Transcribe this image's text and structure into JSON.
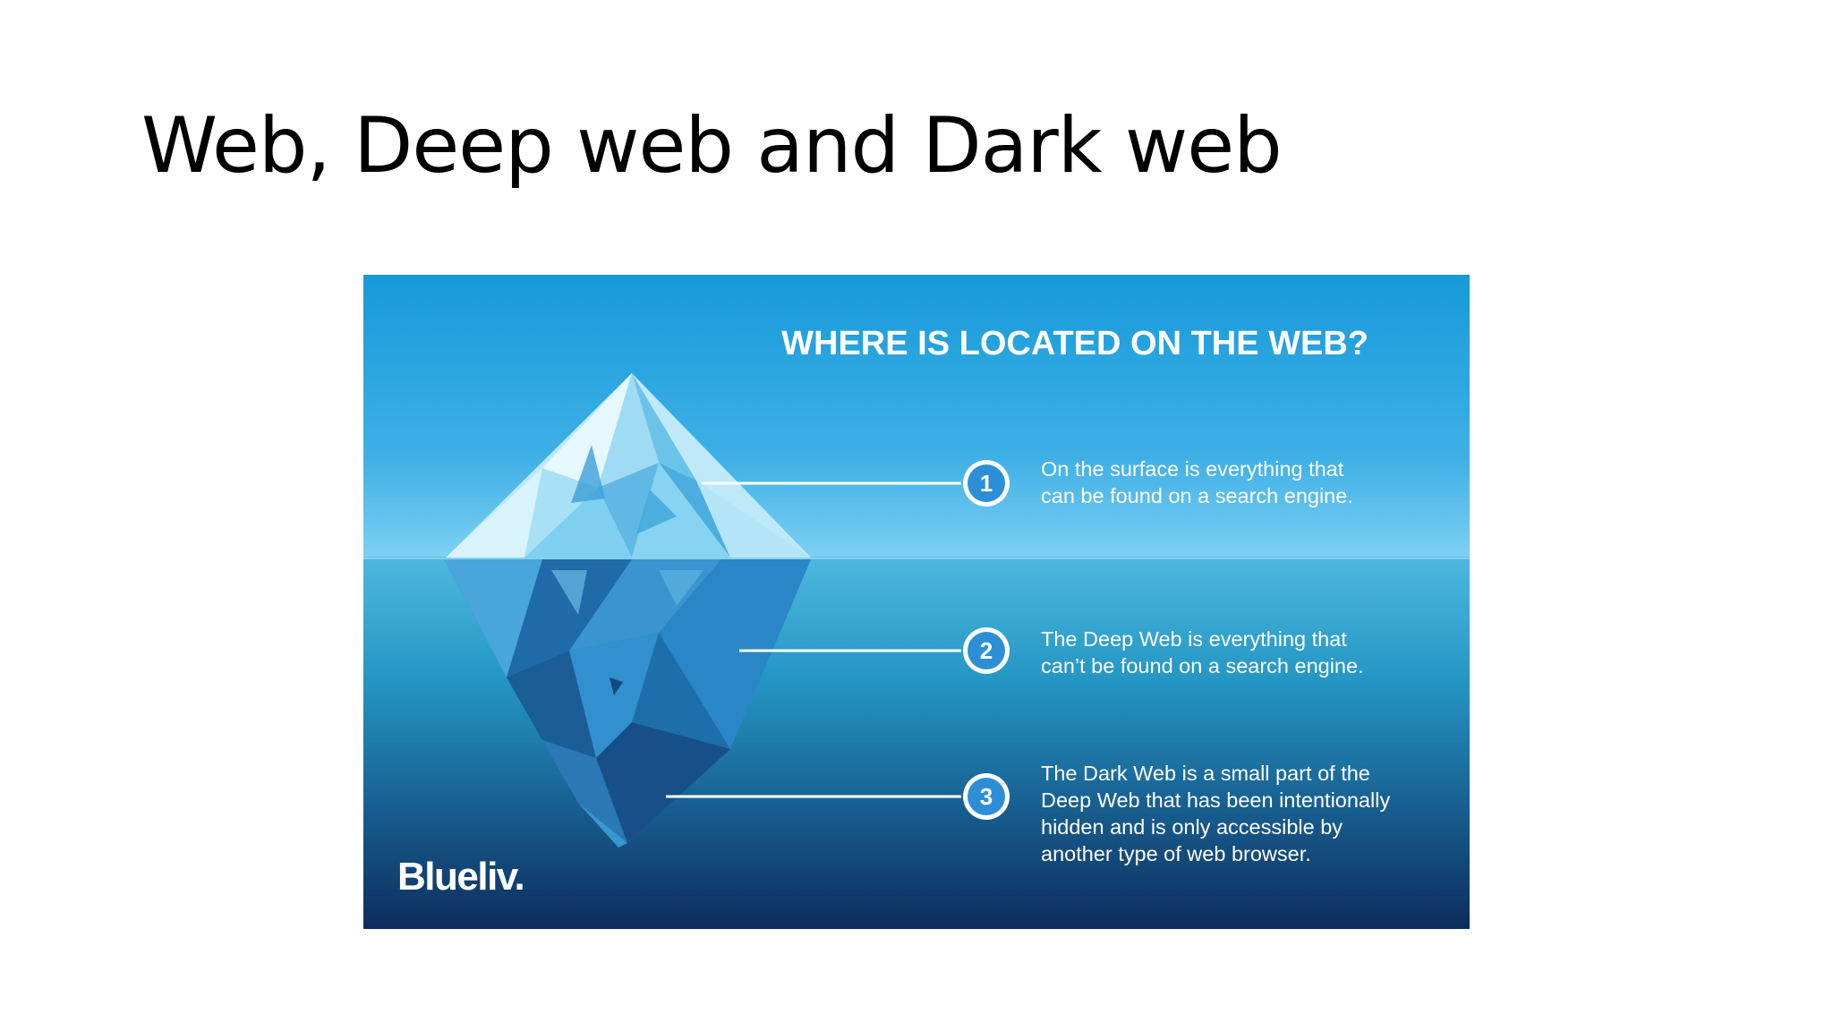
{
  "slide": {
    "title": "Web, Deep web and Dark web"
  },
  "infographic": {
    "heading": "WHERE IS LOCATED ON THE WEB?",
    "brand": "Blueliv.",
    "icon": "iceberg-illustration",
    "colors": {
      "sky_top": "#169ad9",
      "surface": "#7cd0f2",
      "deep_bottom": "#0d2d5c",
      "marker": "#2c8fd6"
    },
    "callouts": [
      {
        "number": "1",
        "lines": [
          "On the surface is everything that",
          "can be found on a search engine."
        ]
      },
      {
        "number": "2",
        "lines": [
          "The Deep Web is everything that",
          "can’t be found on a search engine."
        ]
      },
      {
        "number": "3",
        "lines": [
          "The Dark Web is a small part of the",
          "Deep Web that has been intentionally",
          "hidden and is only accessible by",
          "another type of web browser."
        ]
      }
    ]
  }
}
